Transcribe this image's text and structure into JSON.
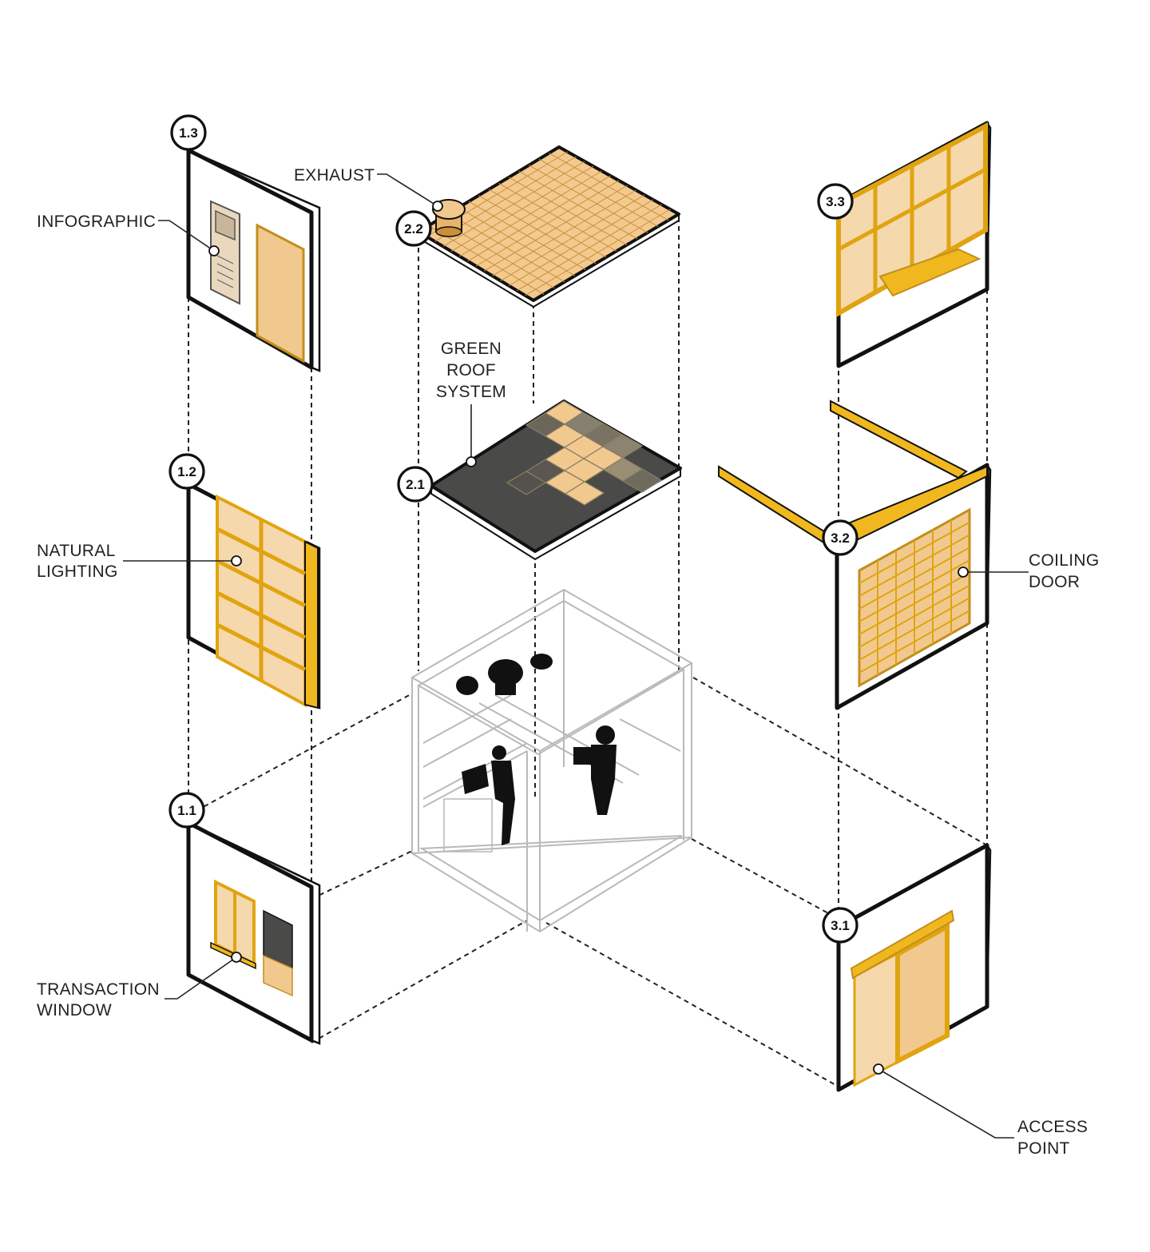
{
  "colors": {
    "accent_gold": "#f0b81e",
    "light_tan": "#f6d8ad",
    "mid_tan": "#f1c98f",
    "tile_tan": "#f3c98e",
    "green_roof_dark": "#4a4a48",
    "outline": "#111111"
  },
  "callouts": {
    "c11": "1.1",
    "c12": "1.2",
    "c13": "1.3",
    "c21": "2.1",
    "c22": "2.2",
    "c31": "3.1",
    "c32": "3.2",
    "c33": "3.3"
  },
  "labels": {
    "infographic": "INFOGRAPHIC",
    "exhaust": "EXHAUST",
    "green_roof_line1": "GREEN",
    "green_roof_line2": "ROOF",
    "green_roof_line3": "SYSTEM",
    "natural_lighting_line1": "NATURAL",
    "natural_lighting_line2": "LIGHTING",
    "coiling_door_line1": "COILING",
    "coiling_door_line2": "DOOR",
    "transaction_window_line1": "TRANSACTION",
    "transaction_window_line2": "WINDOW",
    "access_point_line1": "ACCESS",
    "access_point_line2": "POINT"
  }
}
